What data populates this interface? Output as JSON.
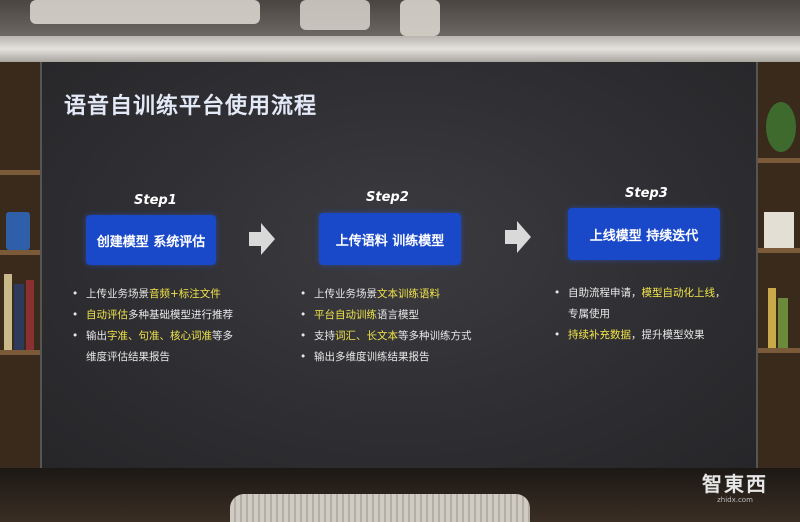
{
  "slide": {
    "title": "语音自训练平台使用流程"
  },
  "steps": [
    {
      "label": "Step1",
      "box_text": "创建模型 系统评估",
      "bullets": [
        [
          {
            "t": "上传业务场景",
            "hl": false
          },
          {
            "t": "音频+标注文件",
            "hl": true
          }
        ],
        [
          {
            "t": "自动评估",
            "hl": true
          },
          {
            "t": "多种基础模型进行推荐",
            "hl": false
          }
        ],
        [
          {
            "t": "输出",
            "hl": false
          },
          {
            "t": "字准、句准、核心词准",
            "hl": true
          },
          {
            "t": "等多",
            "hl": false
          }
        ],
        [
          {
            "t": "维度评估结果报告",
            "hl": false
          }
        ]
      ],
      "bullet_dots": [
        true,
        true,
        true,
        false
      ]
    },
    {
      "label": "Step2",
      "box_text": "上传语料 训练模型",
      "bullets": [
        [
          {
            "t": "上传业务场景",
            "hl": false
          },
          {
            "t": "文本训练语料",
            "hl": true
          }
        ],
        [
          {
            "t": "平台自动训练",
            "hl": true
          },
          {
            "t": "语言模型",
            "hl": false
          }
        ],
        [
          {
            "t": "支持",
            "hl": false
          },
          {
            "t": "词汇、长文本",
            "hl": true
          },
          {
            "t": "等多种训练方式",
            "hl": false
          }
        ],
        [
          {
            "t": "输出多维度训练结果报告",
            "hl": false
          }
        ]
      ],
      "bullet_dots": [
        true,
        true,
        true,
        true
      ]
    },
    {
      "label": "Step3",
      "box_text": "上线模型 持续迭代",
      "bullets": [
        [
          {
            "t": "自助流程申请，",
            "hl": false
          },
          {
            "t": "模型自动化上线",
            "hl": true
          },
          {
            "t": "，",
            "hl": false
          }
        ],
        [
          {
            "t": "专属使用",
            "hl": false
          }
        ],
        [
          {
            "t": "持续补充数据",
            "hl": true
          },
          {
            "t": "，提升模型效果",
            "hl": false
          }
        ]
      ],
      "bullet_dots": [
        true,
        false,
        true
      ]
    }
  ],
  "watermark": {
    "text": "智東西",
    "sub": "zhidx.com"
  },
  "colors": {
    "box_blue": "#1949c8",
    "highlight_yellow": "#f2e44a",
    "title_color": "#e4e9f7"
  },
  "icons": {
    "arrow": "right-arrow-icon",
    "bullet": "bullet-dot-icon"
  }
}
